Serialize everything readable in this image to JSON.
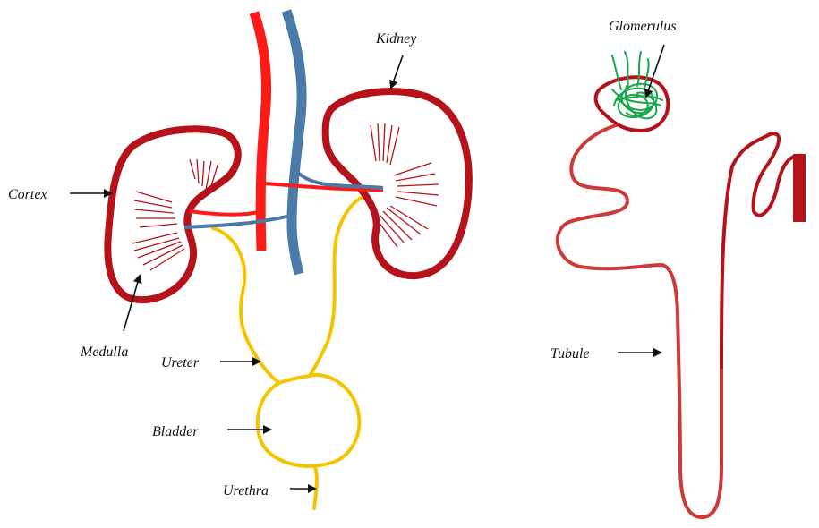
{
  "labels": {
    "kidney": "Kidney",
    "cortex": "Cortex",
    "medulla": "Medulla",
    "ureter": "Ureter",
    "bladder": "Bladder",
    "urethra": "Urethra",
    "glomerulus": "Glomerulus",
    "tubule": "Tubule"
  },
  "colors": {
    "kidney_outline": "#b5121b",
    "medulla_lines": "#b5121b",
    "artery": "#ff1a1a",
    "vein": "#4a7aa7",
    "urinary": "#f5c400",
    "glomerulus": "#1aa64b",
    "tubule": "#cc3a3a",
    "tubule_dark": "#b5121b",
    "arrow": "#111111"
  },
  "icons": {
    "arrow": "right-arrow-icon"
  }
}
